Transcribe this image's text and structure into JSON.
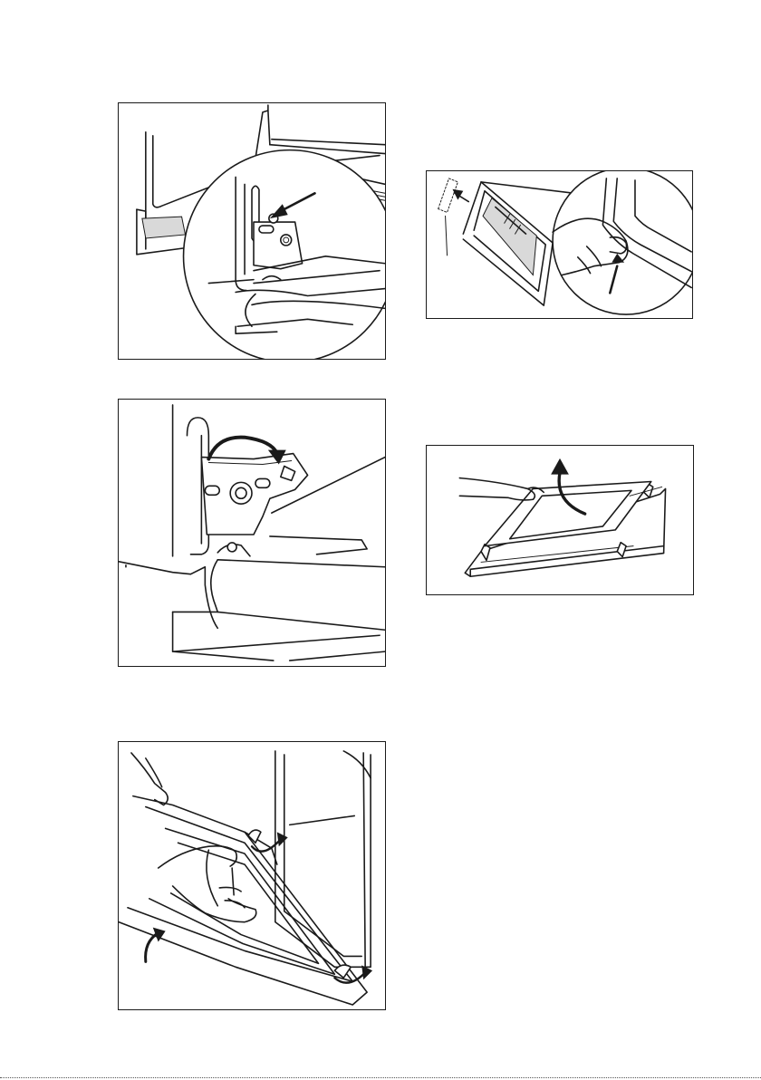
{
  "figures": [
    {
      "id": "fig1",
      "icon": "hinge-lever-release-icon"
    },
    {
      "id": "fig2",
      "icon": "hinge-lever-rotate-icon"
    },
    {
      "id": "fig3",
      "icon": "door-lift-remove-icon"
    },
    {
      "id": "fig4",
      "icon": "door-trim-remove-icon"
    },
    {
      "id": "fig5",
      "icon": "glass-panel-remove-icon"
    }
  ],
  "colors": {
    "line": "#1a1a1a",
    "background": "#ffffff",
    "shade": "#d9d9d9"
  }
}
